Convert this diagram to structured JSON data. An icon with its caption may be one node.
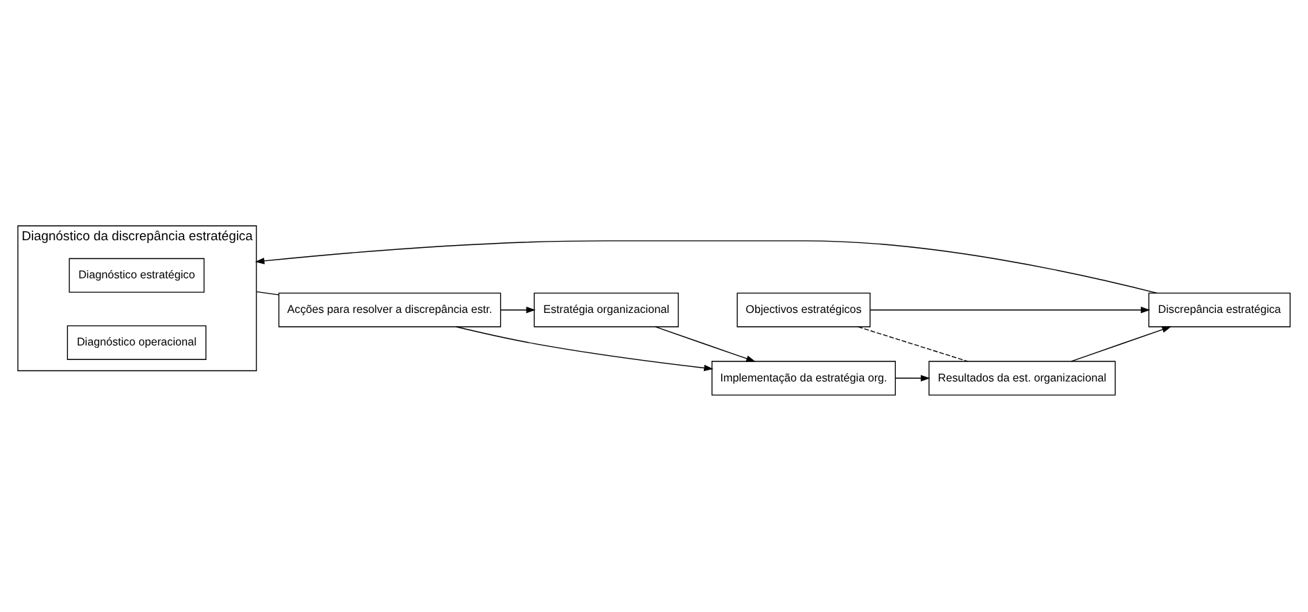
{
  "diagram": {
    "nodes": [
      {
        "text": [
          "Objectivos estratégicos"
        ]
      },
      {
        "text": [
          "Discrepância estratégica"
        ]
      },
      {
        "text": [
          "Estratégia organizacional"
        ]
      },
      {
        "text": [
          "Implementação da estratégia org."
        ]
      },
      {
        "text": [
          "Resultados da est. organizacional"
        ]
      },
      {
        "text": [
          "Diagnóstico da discrepância estratégica"
        ]
      },
      {
        "text": [
          "Diagnóstico estratégico"
        ],
        "in": 5
      },
      {
        "text": [
          "Diagnóstico operacional"
        ],
        "in": 5
      },
      {
        "text": [
          "Acções para resolver a discrepância estr."
        ]
      }
    ],
    "edges": [
      {
        "from": 2,
        "to": 3,
        "arrow": "to"
      },
      {
        "from": 3,
        "to": 4,
        "arrow": "to"
      },
      {
        "from": 0,
        "to": 4,
        "arrow": "none",
        "style": "dashed"
      },
      {
        "from": 0,
        "to": 1,
        "arrow": "to"
      },
      {
        "from": 4,
        "to": 1,
        "arrow": "to"
      },
      {
        "from": 1,
        "to": 5,
        "arrow": "to"
      },
      {
        "from": 5,
        "to": 8,
        "arrow": "none"
      },
      {
        "from": 8,
        "to": 2,
        "arrow": "to"
      },
      {
        "from": 8,
        "to": 3,
        "arrow": "to"
      }
    ]
  }
}
